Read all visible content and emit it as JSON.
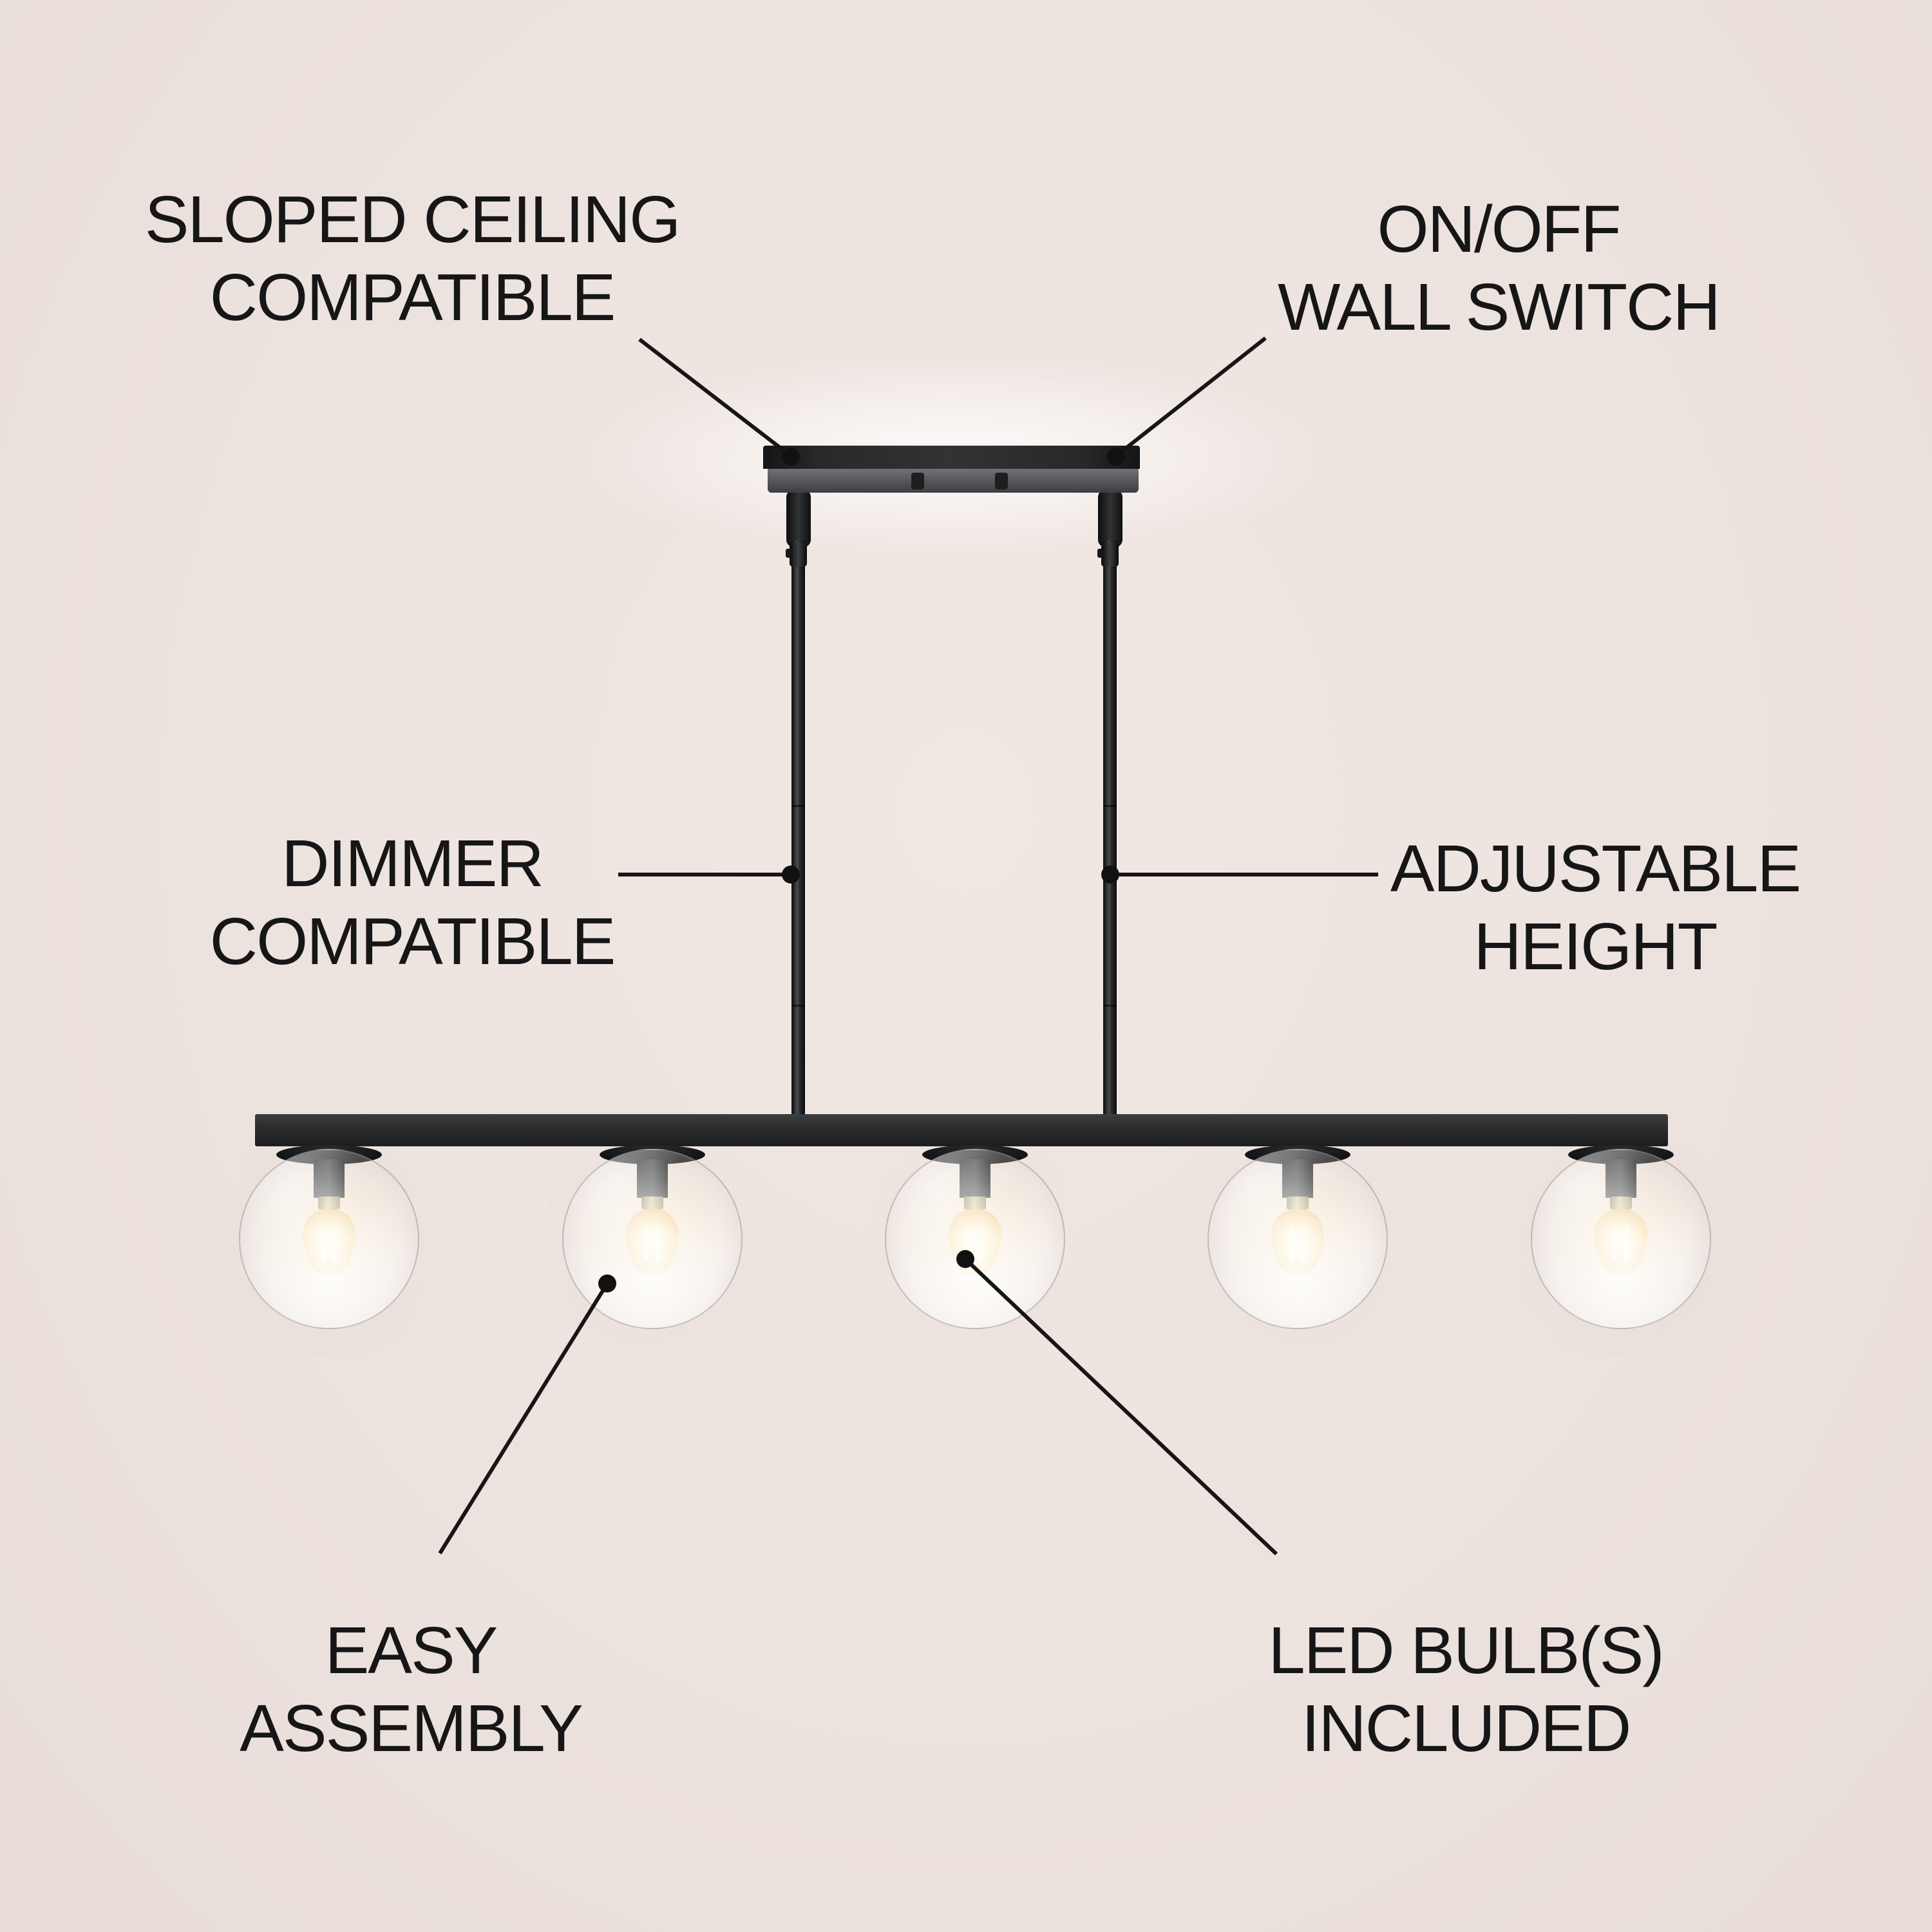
{
  "diagram": {
    "description": "five-light linear pendant fixture feature diagram",
    "background_color": "#ece2de",
    "fixture_color": "#1c1d1f",
    "leader_line_color": "#161616",
    "bulb_glow_color": "#f6d083",
    "globe_count": 5,
    "callouts": {
      "sloped": {
        "line1": "SLOPED CEILING",
        "line2": "COMPATIBLE"
      },
      "onoff": {
        "line1": "ON/OFF",
        "line2": "WALL SWITCH"
      },
      "dimmer": {
        "line1": "DIMMER",
        "line2": "COMPATIBLE"
      },
      "adjustable": {
        "line1": "ADJUSTABLE",
        "line2": "HEIGHT"
      },
      "easy": {
        "line1": "EASY",
        "line2": "ASSEMBLY"
      },
      "led": {
        "line1": "LED BULB(S)",
        "line2": "INCLUDED"
      }
    }
  }
}
